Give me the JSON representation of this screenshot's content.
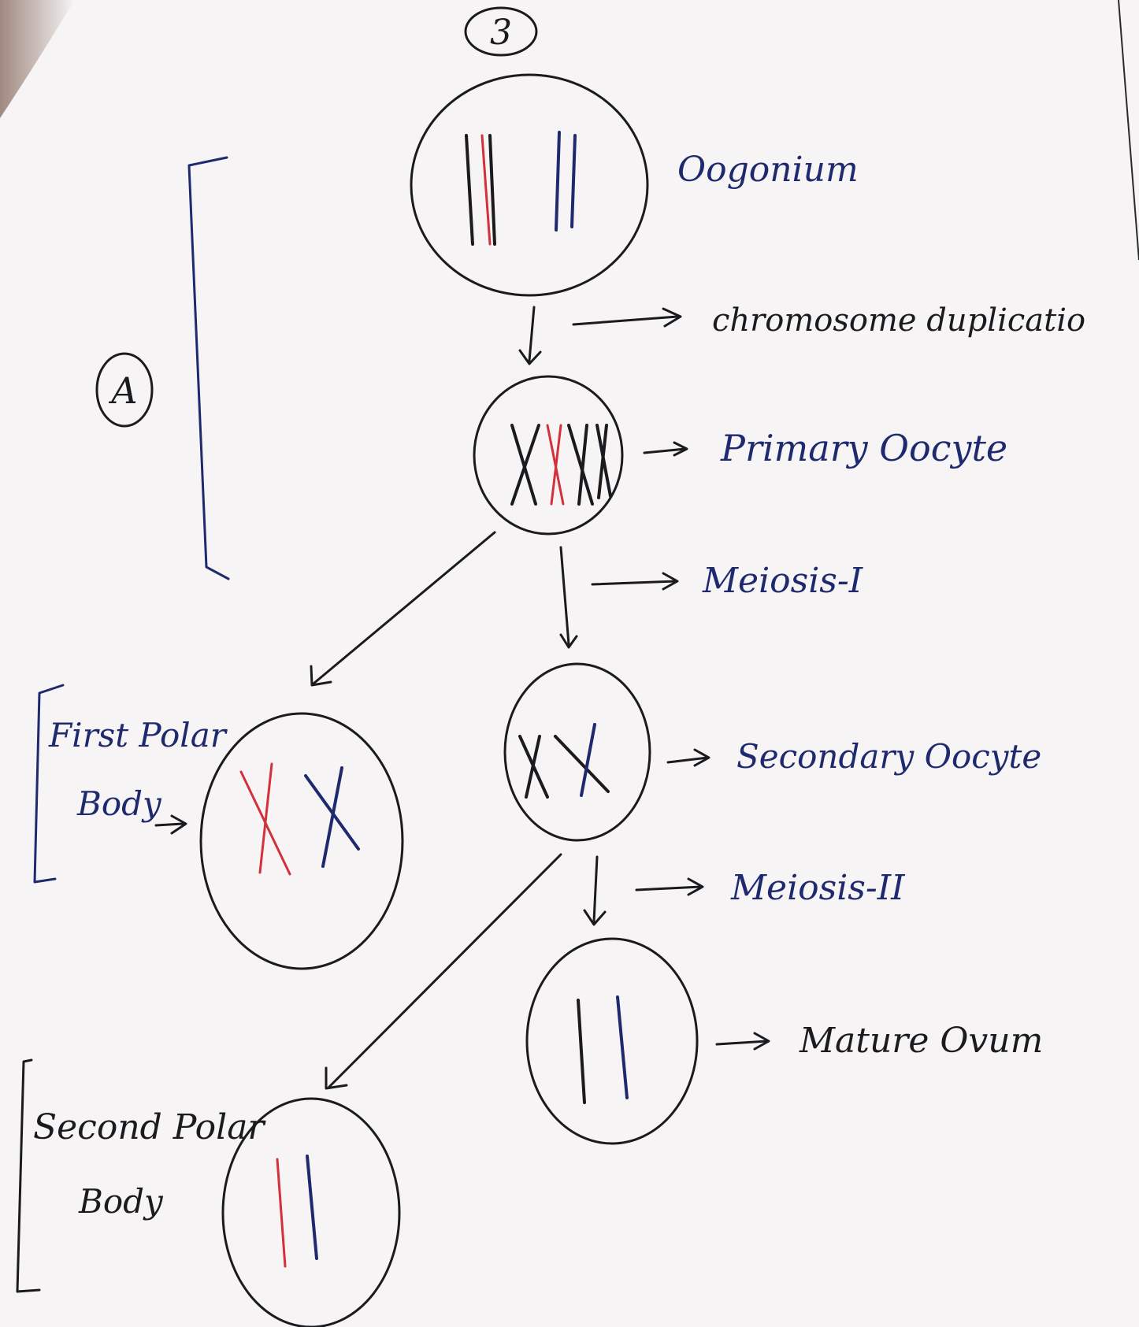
{
  "page_number": "3",
  "group_labels": {
    "a": "A"
  },
  "labels": {
    "oogonium": "Oogonium",
    "chromosome_duplication": "chromosome duplicatio",
    "primary_oocyte": "Primary Oocyte",
    "meiosis_1": "Meiosis-I",
    "secondary_oocyte": "Secondary Oocyte",
    "meiosis_2": "Meiosis-II",
    "mature_ovum": "Mature Ovum",
    "first_polar_line1": "First Polar",
    "first_polar_line2": "Body",
    "second_polar_line1": "Second Polar",
    "second_polar_line2": "Body"
  },
  "colors": {
    "paper": "#f6f4f5",
    "ink_black": "#1b1b1f",
    "ink_blue": "#1f2a6e",
    "chromosome_red": "#d2303a"
  }
}
